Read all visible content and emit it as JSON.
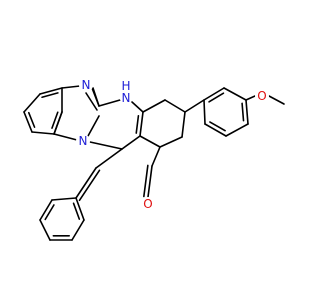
{
  "molecule": {
    "atoms": {
      "n_imine": {
        "text": "N",
        "color": "#1f1fd6"
      },
      "nh": {
        "text": "N",
        "color": "#1f1fd6"
      },
      "nh_h": {
        "text": "H",
        "color": "#1f1fd6"
      },
      "n_ring": {
        "text": "N",
        "color": "#1f1fd6"
      },
      "o_ketone": {
        "text": "O",
        "color": "#e01010"
      },
      "o_ether": {
        "text": "O",
        "color": "#e01010"
      }
    },
    "colors": {
      "bond": "#000000",
      "nitrogen": "#1f1fd6",
      "oxygen": "#e01010"
    }
  }
}
